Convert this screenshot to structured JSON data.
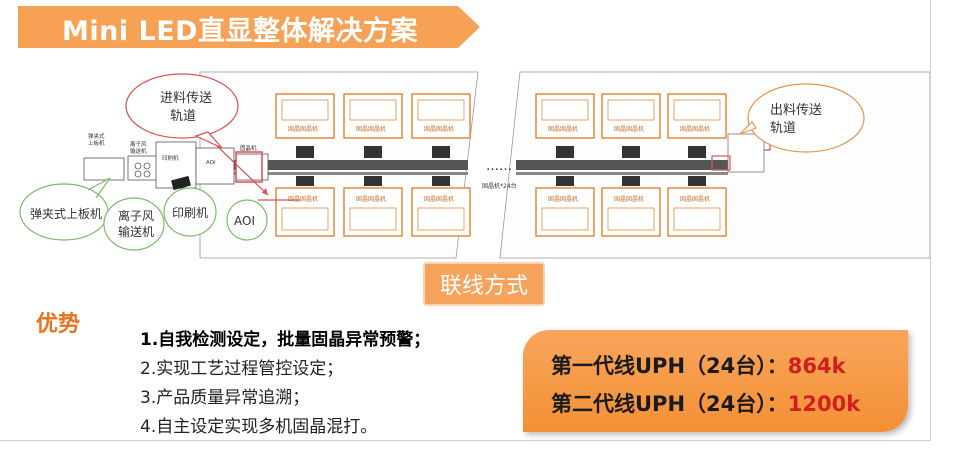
{
  "title": "Mini LED直显整体解决方案",
  "diagram": {
    "in_track_label": [
      "进料传送",
      "轨道"
    ],
    "out_track_label": [
      "出料传送",
      "轨道"
    ],
    "clamp_loader_label": "弹夹式上板机",
    "ion_conveyor_label": [
      "离子风",
      "输送机"
    ],
    "printer_label": "印刷机",
    "aoi_label": "AOI",
    "ellipsis": "……",
    "machine_count_note": "固晶机*24台",
    "small_clamp_label": [
      "弹夹式",
      "上板机"
    ],
    "small_ion_label": [
      "离子风",
      "输送机"
    ],
    "small_printer_label": "印刷机",
    "small_aoi_label": "AOI",
    "small_machine_label": "固晶机",
    "unit_label": "固晶固晶机"
  },
  "connection_mode": "联线方式",
  "advantages": {
    "title": "优势",
    "items": [
      "1.自我检测设定，批量固晶异常预警；",
      "2.实现工艺过程管控设定；",
      "3.产品质量异常追溯；",
      "4.自主设定实现多机固晶混打。"
    ]
  },
  "uph": {
    "line1_label": "第一代线UPH（24台）：",
    "line1_value": "864k",
    "line2_label": "第二代线UPH（24台）：",
    "line2_value": "1200k"
  },
  "colors": {
    "accent_orange": "#f7a35c",
    "title_orange": "#f39b45",
    "highlight_red": "#d11f1f",
    "bubble_green": "#7dbb6a",
    "bubble_red": "#d9534f"
  }
}
